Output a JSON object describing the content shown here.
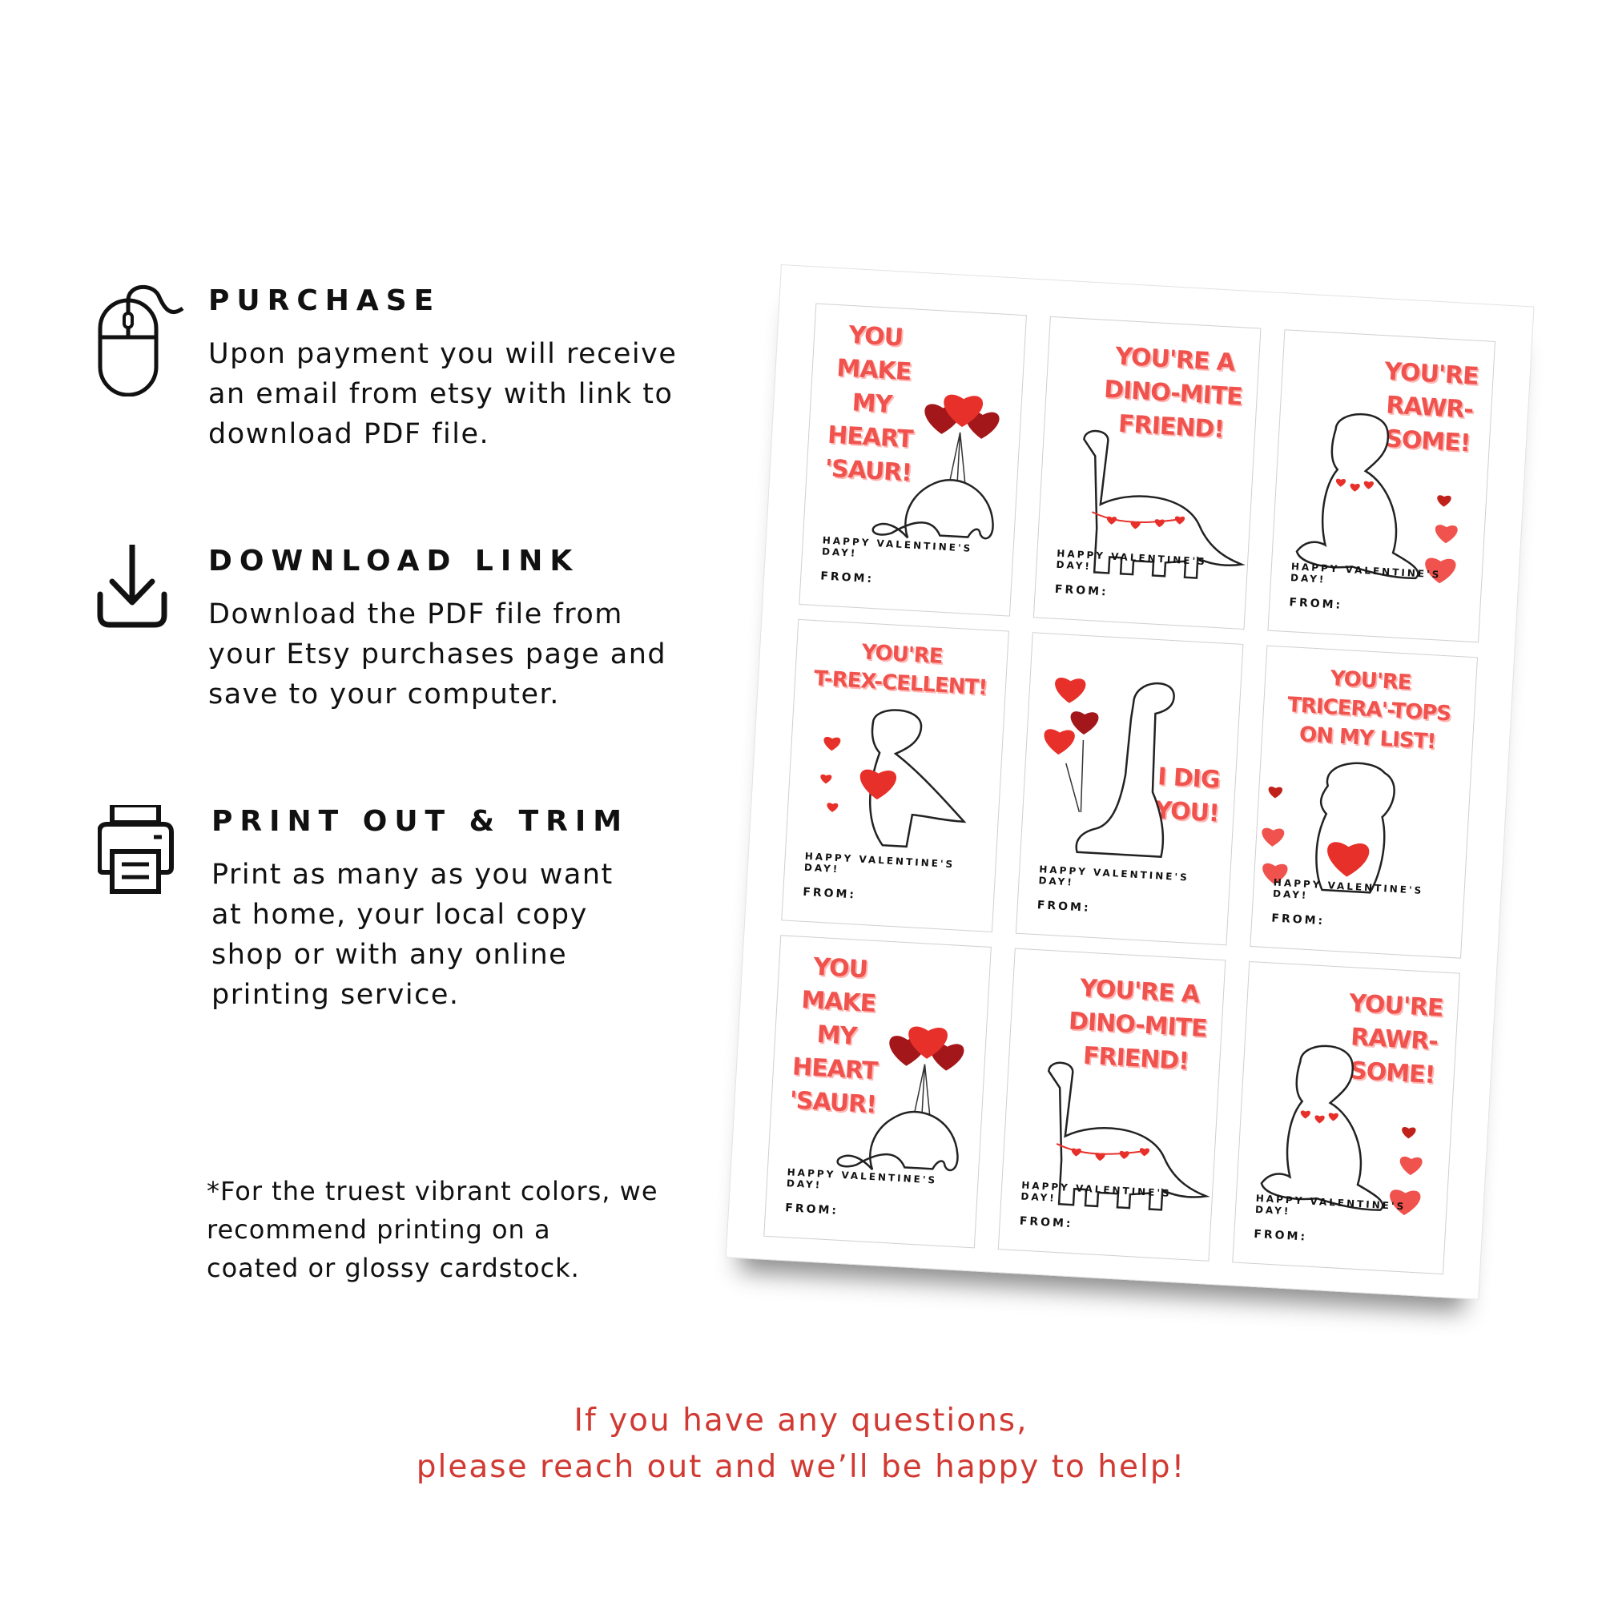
{
  "steps": [
    {
      "title": "PURCHASE",
      "icon": "computer-mouse-icon",
      "lines": [
        "Upon payment you will receive",
        "an email from etsy with link to",
        "download PDF file."
      ]
    },
    {
      "title": "DOWNLOAD LINK",
      "icon": "download-icon",
      "lines": [
        "Download the PDF file from",
        "your Etsy purchases page and",
        "save to your computer."
      ]
    },
    {
      "title": "PRINT OUT & TRIM",
      "icon": "printer-icon",
      "lines": [
        "Print as many as you want",
        "at home, your local copy",
        "shop or with any online",
        "printing service."
      ]
    }
  ],
  "note": [
    "*For the truest vibrant colors, we",
    "recommend printing on a",
    "coated or glossy cardstock."
  ],
  "footer": [
    "If you have any questions,",
    "please reach out and we’ll be happy to help!"
  ],
  "colors": {
    "accent": "#d13a33",
    "card_text": "#f0524d",
    "heart": "#e8302a",
    "heart_dark": "#a3171b"
  },
  "sheet": {
    "happy": "HAPPY VALENTINE'S DAY!",
    "from": "FROM:",
    "cards": [
      {
        "lines": [
          "YOU",
          "MAKE",
          "MY",
          "HEART",
          "'SAUR!"
        ],
        "art": "dinosaur-balloons"
      },
      {
        "lines": [
          "YOU'RE A",
          "DINO-MITE",
          "FRIEND!"
        ],
        "art": "long-neck-dinosaur"
      },
      {
        "lines": [
          "YOU'RE",
          "RAWR-",
          "SOME!"
        ],
        "art": "t-rex"
      },
      {
        "lines": [
          "YOU'RE",
          "T-REX-CELLENT!"
        ],
        "art": "t-rex-heart"
      },
      {
        "lines": [
          "I DIG",
          "YOU!"
        ],
        "art": "long-neck-dinosaur-balloons"
      },
      {
        "lines": [
          "YOU'RE",
          "TRICERA'-TOPS",
          "ON MY LIST!"
        ],
        "art": "triceratops-heart"
      },
      {
        "lines": [
          "YOU",
          "MAKE",
          "MY",
          "HEART",
          "'SAUR!"
        ],
        "art": "dinosaur-balloons"
      },
      {
        "lines": [
          "YOU'RE A",
          "DINO-MITE",
          "FRIEND!"
        ],
        "art": "long-neck-dinosaur"
      },
      {
        "lines": [
          "YOU'RE",
          "RAWR-",
          "SOME!"
        ],
        "art": "t-rex"
      }
    ]
  }
}
